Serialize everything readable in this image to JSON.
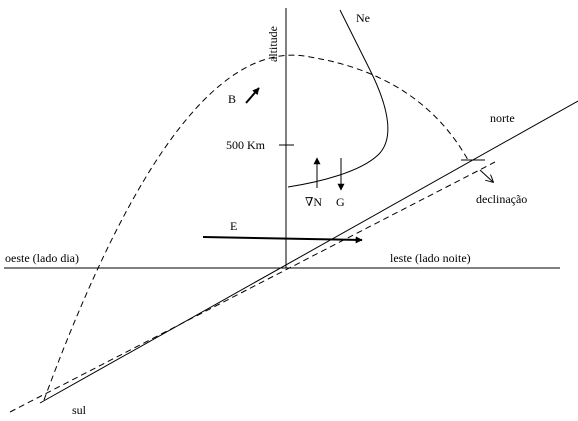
{
  "labels": {
    "altitude": "altitude",
    "ne": "Ne",
    "b": "B",
    "norte": "norte",
    "km500": "500 Km",
    "declinacao": "declinação",
    "grad_n": "∇N",
    "g": "G",
    "e": "E",
    "oeste": "oeste (lado dia)",
    "leste": "leste (lado noite)",
    "sul": "sul"
  },
  "colors": {
    "ink": "#000000",
    "background": "#ffffff"
  }
}
